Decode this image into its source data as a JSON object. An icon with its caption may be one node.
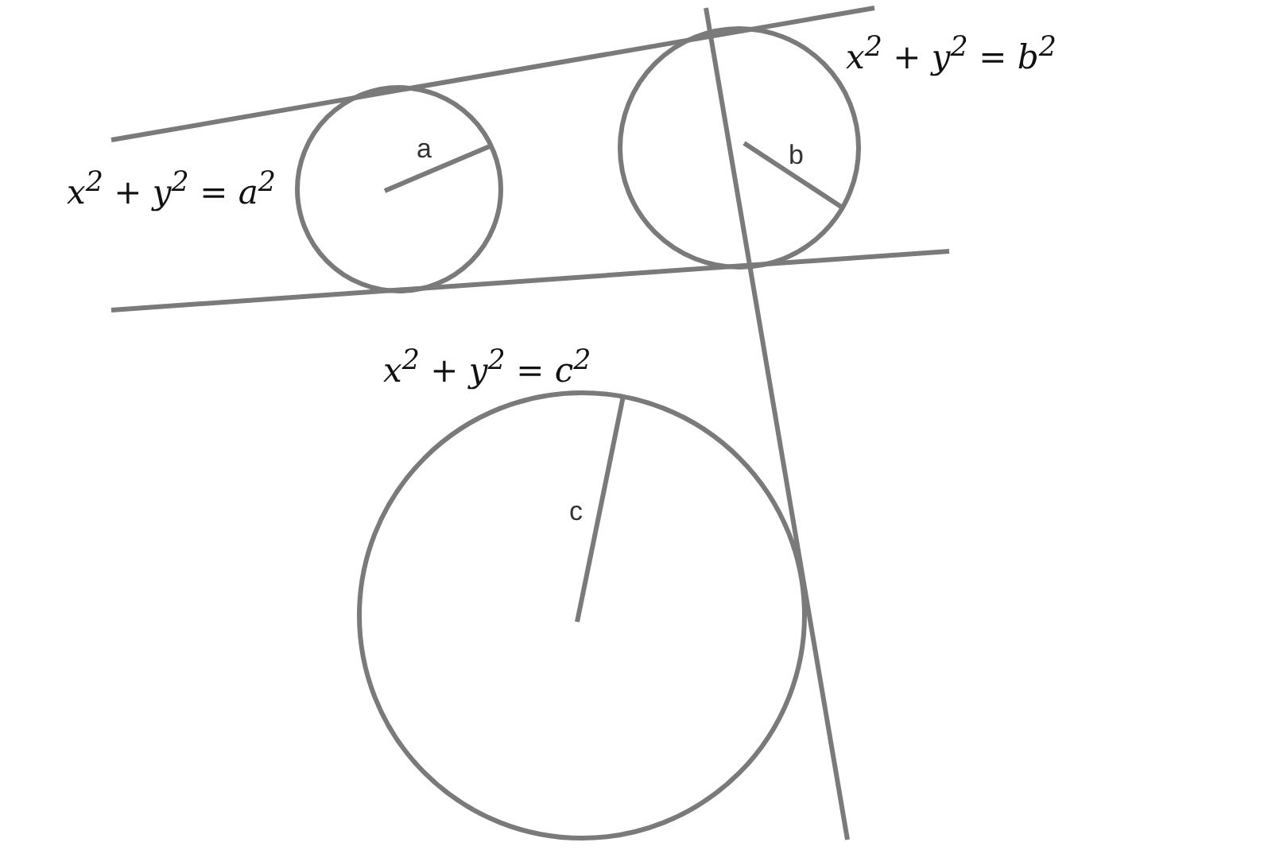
{
  "diagram": {
    "labels": [
      "x$^{2}$ + y$^{2}$ = b$^{2}$",
      "a",
      "b",
      "x$^{2}$ + y$^{2}$ = a$^{2}$",
      "x$^{2}$ + y$^{2}$ = c$^{2}$",
      "c"
    ]
  }
}
